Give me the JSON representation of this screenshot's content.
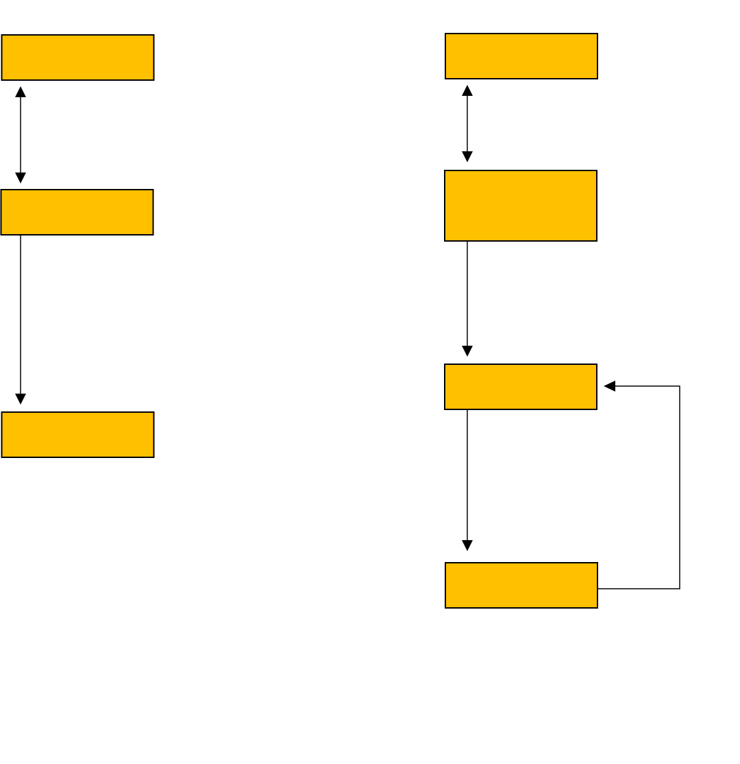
{
  "diagram": {
    "colors": {
      "node_fill": "#FFC000",
      "node_stroke": "#000000",
      "edge_stroke": "#000000",
      "background": "#FFFFFF"
    },
    "groups": [
      {
        "id": "left-flow",
        "nodes": [
          {
            "id": "left-1",
            "label": ""
          },
          {
            "id": "left-2",
            "label": ""
          },
          {
            "id": "left-3",
            "label": ""
          }
        ],
        "edges": [
          {
            "from": "left-1",
            "to": "left-2",
            "direction": "both"
          },
          {
            "from": "left-2",
            "to": "left-3",
            "direction": "forward"
          }
        ]
      },
      {
        "id": "right-flow",
        "nodes": [
          {
            "id": "right-1",
            "label": ""
          },
          {
            "id": "right-2",
            "label": ""
          },
          {
            "id": "right-3",
            "label": ""
          },
          {
            "id": "right-4",
            "label": ""
          }
        ],
        "edges": [
          {
            "from": "right-1",
            "to": "right-2",
            "direction": "both"
          },
          {
            "from": "right-2",
            "to": "right-3",
            "direction": "forward"
          },
          {
            "from": "right-3",
            "to": "right-4",
            "direction": "forward"
          },
          {
            "from": "right-4",
            "to": "right-3",
            "direction": "forward",
            "routing": "loop-right"
          }
        ]
      }
    ]
  }
}
